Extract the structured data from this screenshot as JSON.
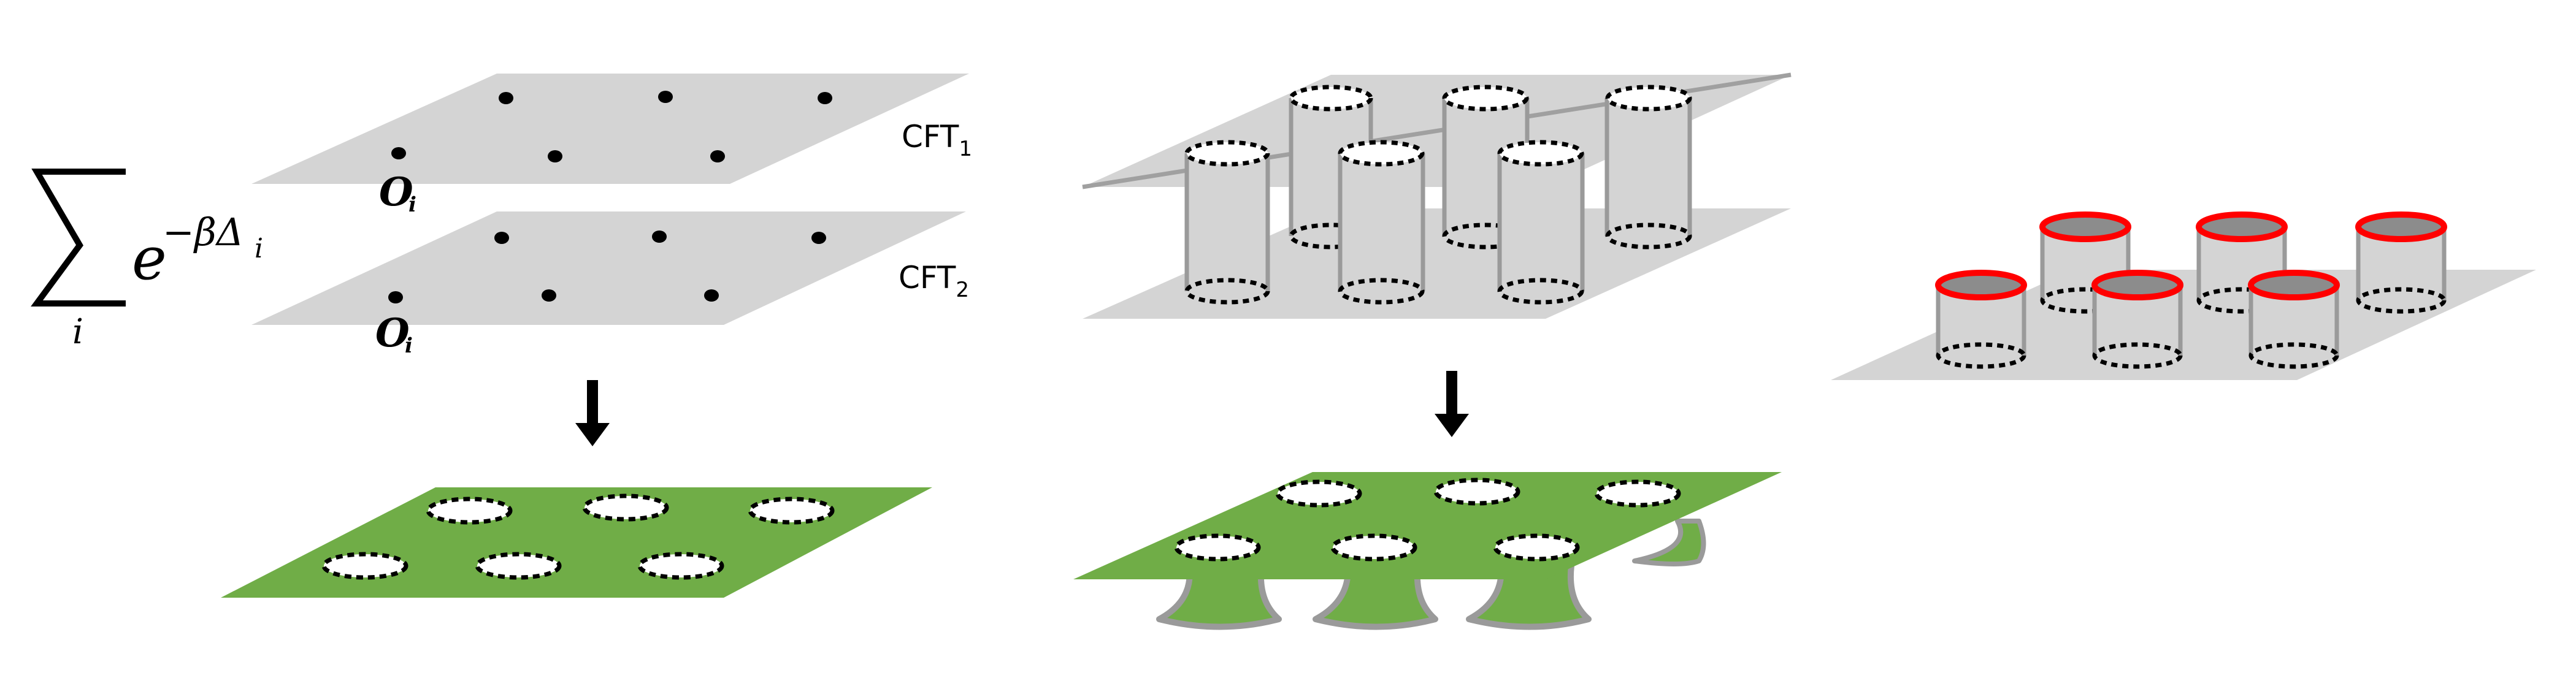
{
  "formula": {
    "sum_symbol": "∑",
    "sum_index": "i",
    "base": "e",
    "exponent": "−βΔ",
    "exponent_index": "i"
  },
  "planes": {
    "top_label": "CFT",
    "top_label_sub": "1",
    "bottom_label": "CFT",
    "bottom_label_sub": "2",
    "operator_label": "O",
    "operator_index": "i"
  },
  "colors": {
    "plane_gray": "#d4d4d4",
    "surface_green": "#70ad47",
    "tube_gray": "#9a9a9a",
    "cap_red": "#ff0000",
    "cap_fill": "#8c8c8c"
  }
}
